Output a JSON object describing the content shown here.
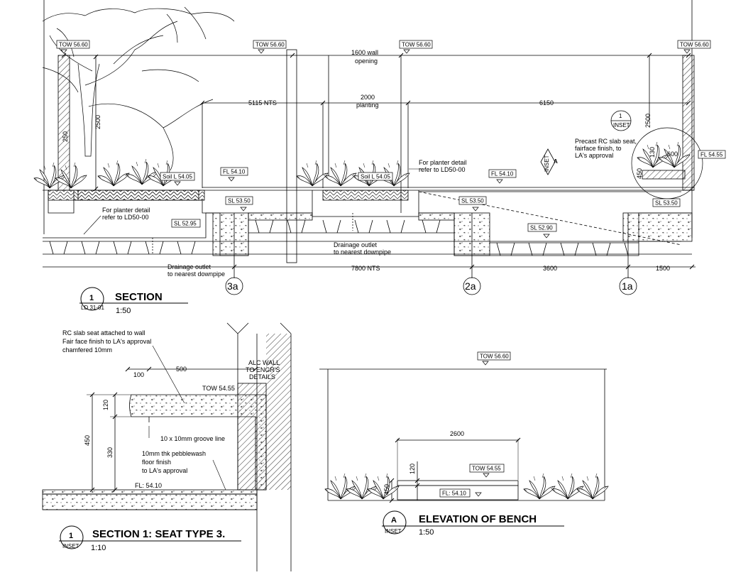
{
  "section": {
    "title_number": "1",
    "sheet_ref": "LD 31-01",
    "title": "SECTION",
    "scale": "1:50",
    "tow_labels": [
      "TOW 56.60",
      "TOW 56.60",
      "TOW 56.60",
      "TOW 56.60"
    ],
    "dim_wall_opening": [
      "1600 wall",
      "opening"
    ],
    "dim_5115": "5115 NTS",
    "dim_planting": [
      "2000",
      "planting"
    ],
    "dim_6150": "6150",
    "dim_2500": "2500",
    "dim_250": "250",
    "dim_2500_right": "2500",
    "dim_130": "130",
    "dim_450": "450",
    "dim_600": "600",
    "soil_l_left": "Soil L 54.05",
    "soil_l_mid": "Soil L 54.05",
    "fl_left": "FL 54.10",
    "fl_mid": "FL 54.10",
    "fl_right": "FL 54.55",
    "sl_53_50_left": "SL 53.50",
    "sl_53_50_mid": "SL 53.50",
    "sl_53_50_right": "SL 53.50",
    "sl_52_95": "SL 52.95",
    "sl_52_90": "SL 52.90",
    "planter_note_left": [
      "For planter detail",
      "refer to LD50-00"
    ],
    "planter_note_mid": [
      "For planter detail",
      "refer to LD50-00"
    ],
    "drain_note_left": [
      "Drainage outlet",
      "to nearest downpipe"
    ],
    "drain_note_mid": [
      "Drainage outlet",
      "to nearest downpipe"
    ],
    "precast_note": [
      "Precast RC slab seat,",
      "fairface finish, to",
      "LA's approval"
    ],
    "inset_callout_num": "1",
    "inset_callout_tag": "INSET",
    "section_arrow_letter": "A",
    "dim_7800": "7800 NTS",
    "dim_3600": "3600",
    "dim_1500": "1500",
    "grids": [
      "3a",
      "2a",
      "1a"
    ]
  },
  "seat": {
    "title_number": "1",
    "tag": "INSET",
    "title": "SECTION 1: SEAT TYPE 3.",
    "scale": "1:10",
    "note_rc": [
      "RC slab seat attached to wall",
      "Fair face finish to LA's approval",
      "chamfered 10mm"
    ],
    "alc": [
      "ALC WALL",
      "TO ENGR'S",
      "DETAILS"
    ],
    "dim_100": "100",
    "dim_500": "500",
    "tow": "TOW 54.55",
    "dim_120": "120",
    "dim_450": "450",
    "dim_330": "330",
    "groove": "10 x 10mm  groove line",
    "pebble": [
      "10mm thk pebblewash",
      "floor finish",
      "to LA's approval"
    ],
    "fl": "FL: 54.10"
  },
  "bench": {
    "title_letter": "A",
    "tag": "INSET",
    "title": "ELEVATION OF BENCH",
    "scale": "1:50",
    "tow_top": "TOW 56.60",
    "dim_2600": "2600",
    "tow_seat": "TOW 54.55",
    "dim_120": "120",
    "dim_450": "450",
    "fl": "FL: 54.10"
  }
}
